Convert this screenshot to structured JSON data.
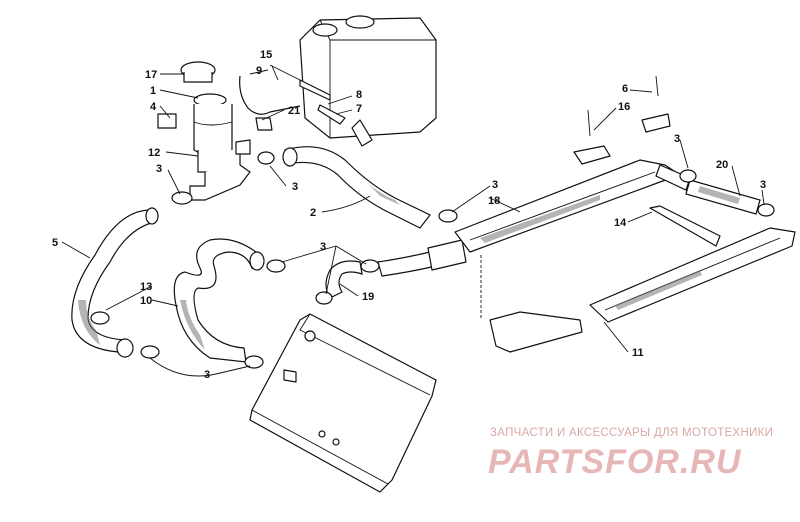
{
  "callouts": {
    "c1": "1",
    "c2": "2",
    "c3": "3",
    "c4": "4",
    "c5": "5",
    "c6": "6",
    "c7": "7",
    "c8": "8",
    "c9": "9",
    "c10": "10",
    "c11": "11",
    "c12": "12",
    "c13": "13",
    "c14": "14",
    "c15": "15",
    "c16": "16",
    "c17": "17",
    "c18": "18",
    "c19": "19",
    "c20": "20",
    "c21": "21"
  },
  "watermark": {
    "caption": "ЗАПЧАСТИ И АКСЕССУАРЫ ДЛЯ МОТОТЕХНИКИ",
    "logo": "PARTSFOR.RU"
  }
}
